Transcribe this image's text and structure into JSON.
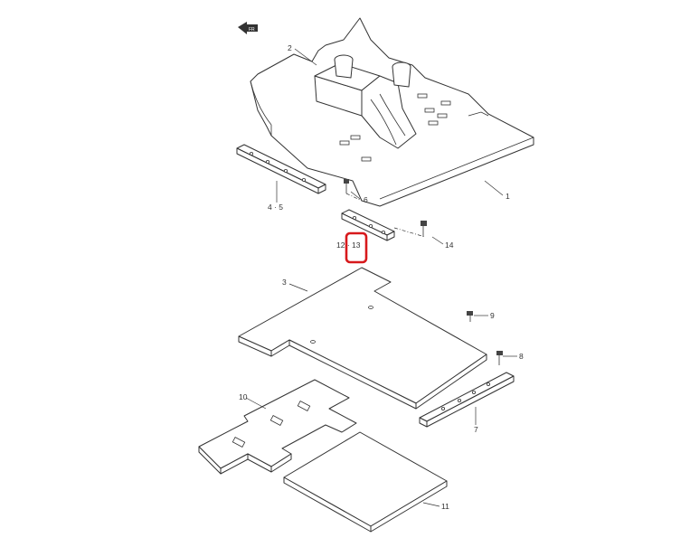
{
  "callouts": {
    "c1": "1",
    "c2": "2",
    "c3": "3",
    "c4_5": "4 · 5",
    "c6": "6",
    "c7": "7",
    "c8": "8",
    "c9": "9",
    "c10": "10",
    "c11": "11",
    "c12_13": "12 · 13",
    "c14": "14"
  },
  "highlight": {
    "target": "13",
    "color": "#d7191c"
  }
}
